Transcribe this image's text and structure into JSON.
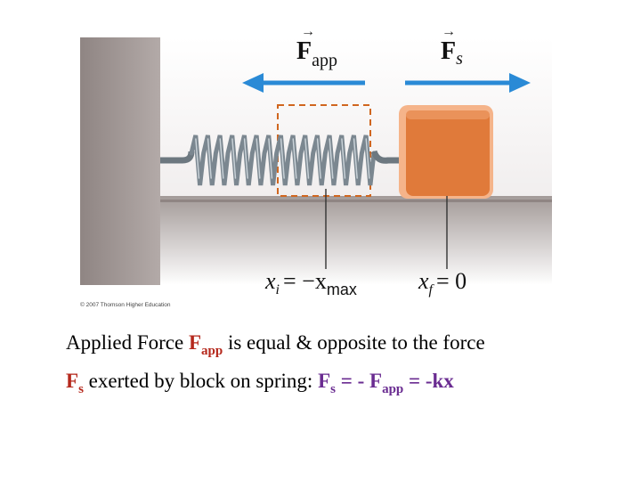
{
  "diagram": {
    "force_applied": {
      "symbol": "F",
      "subscript": "app"
    },
    "force_spring": {
      "symbol": "F",
      "subscript": "s"
    },
    "initial_position": {
      "lhs": "x",
      "lhs_sub": "i",
      "eq": "= −x",
      "rhs_sub": "max"
    },
    "final_position": {
      "lhs": "x",
      "lhs_sub": "f",
      "eq": "= 0"
    },
    "copyright": "© 2007 Thomson Higher Education",
    "colors": {
      "arrow": "#2a8ad6",
      "block": "#e07a3a",
      "block_edge": "#f5b48a",
      "wall": "#9a918f",
      "spring": "#6d7880"
    }
  },
  "caption": {
    "line1_a": "Applied Force ",
    "line1_F": "F",
    "line1_sub": "app",
    "line1_b": " is equal & opposite to the force",
    "line2_F": "F",
    "line2_sub": "s",
    "line2_a": " exerted by block on spring: ",
    "eq_F1": "F",
    "eq_sub1": "s",
    "eq_mid": " = - ",
    "eq_F2": "F",
    "eq_sub2": "app",
    "eq_end": " = -kx"
  }
}
